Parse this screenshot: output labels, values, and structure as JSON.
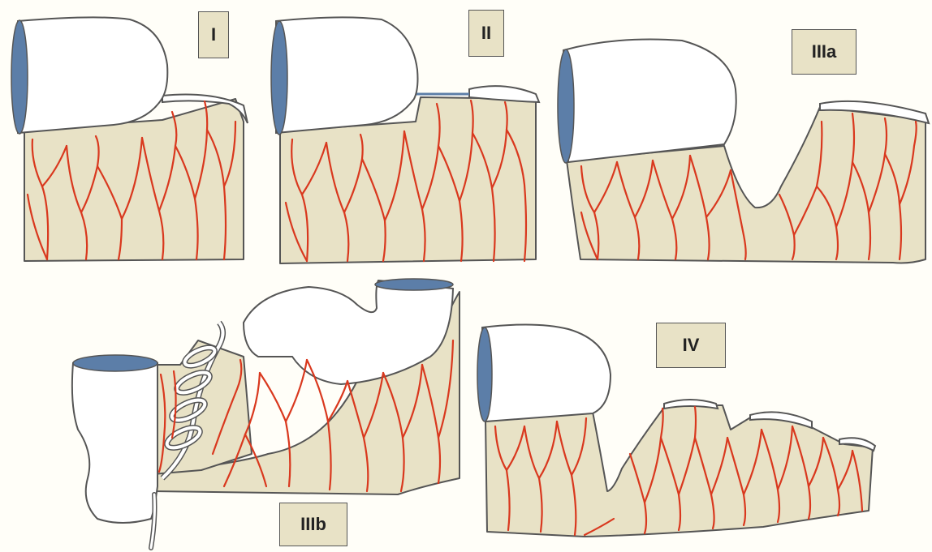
{
  "panels": {
    "p1": {
      "label": "I"
    },
    "p2": {
      "label": "II"
    },
    "p3a": {
      "label": "IIIa"
    },
    "p3b": {
      "label": "IIIb"
    },
    "p4": {
      "label": "IV"
    }
  },
  "colors": {
    "tissue": "#e8e2c6",
    "vessel": "#d9381e",
    "lumen_rim": "#5c7ea8",
    "outline": "#555555",
    "background": "#fffef8"
  }
}
